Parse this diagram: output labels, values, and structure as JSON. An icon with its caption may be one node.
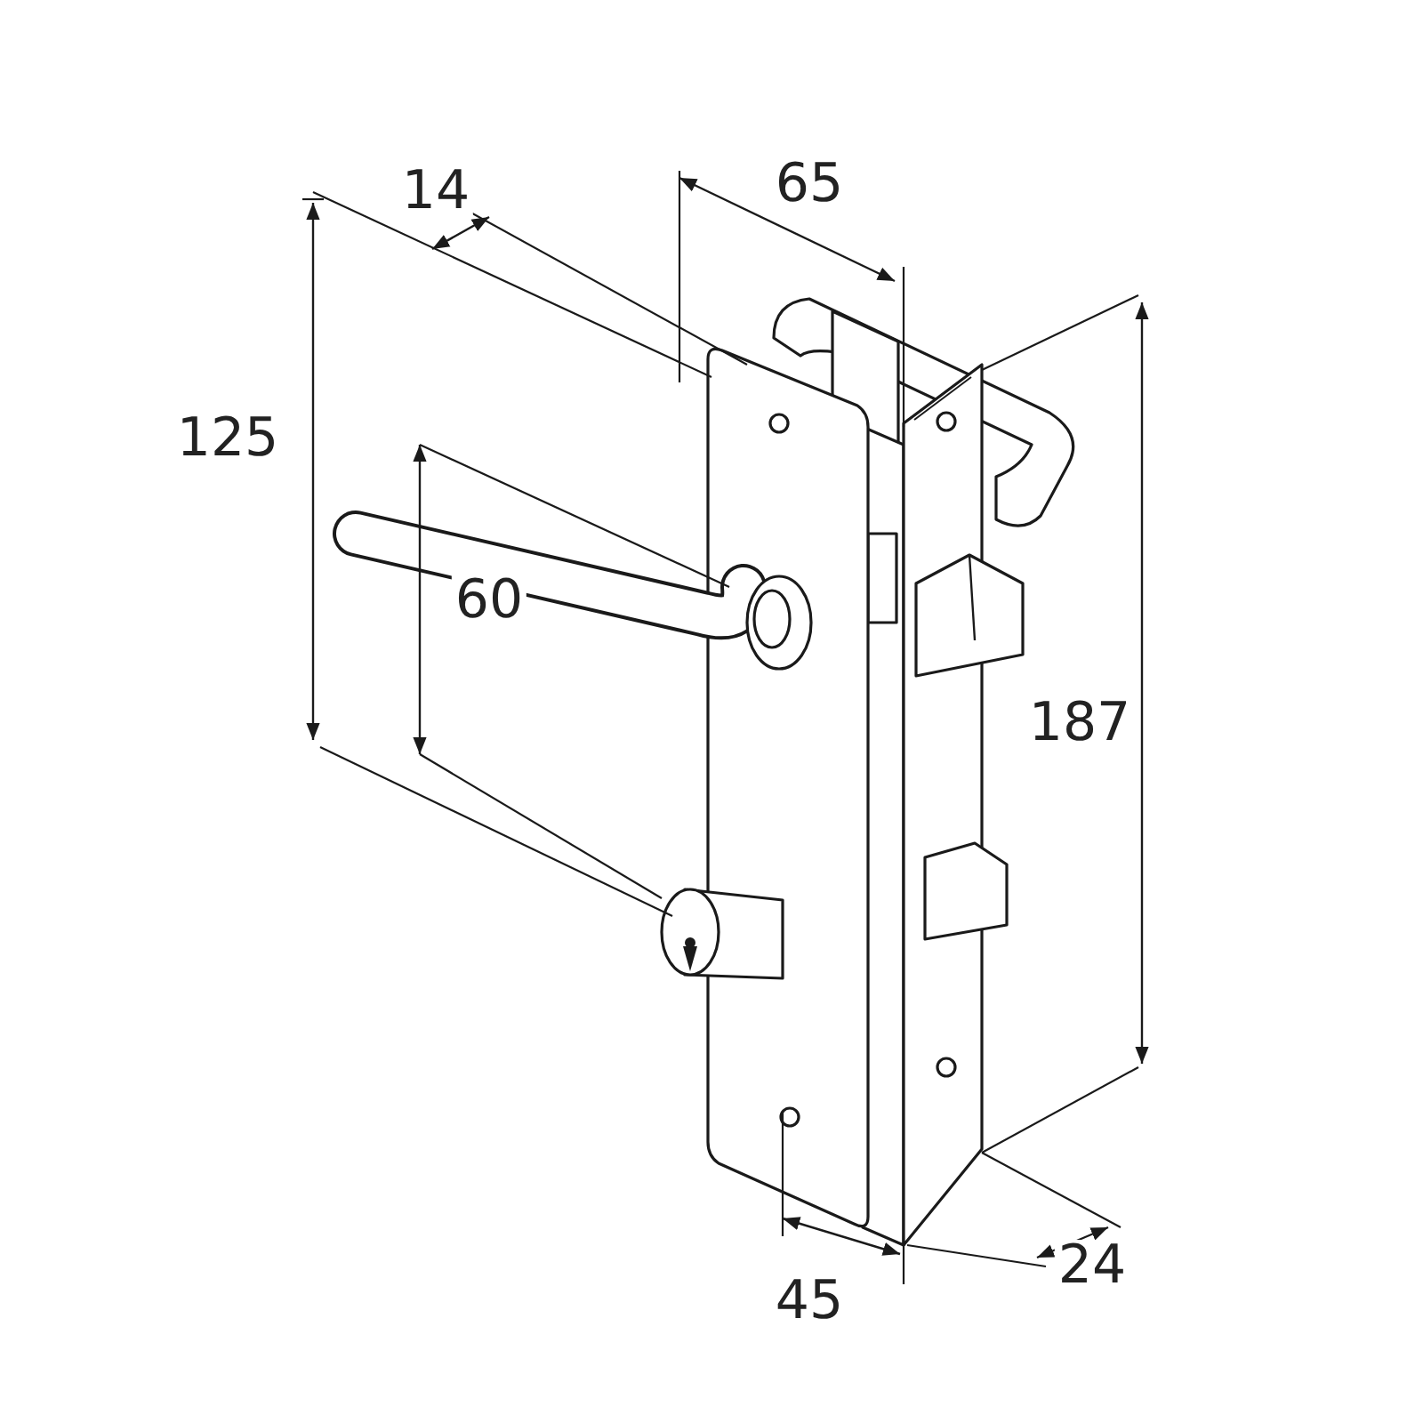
{
  "diagram": {
    "labels": [
      "14",
      "65",
      "125",
      "60",
      "187",
      "45",
      "24"
    ]
  }
}
